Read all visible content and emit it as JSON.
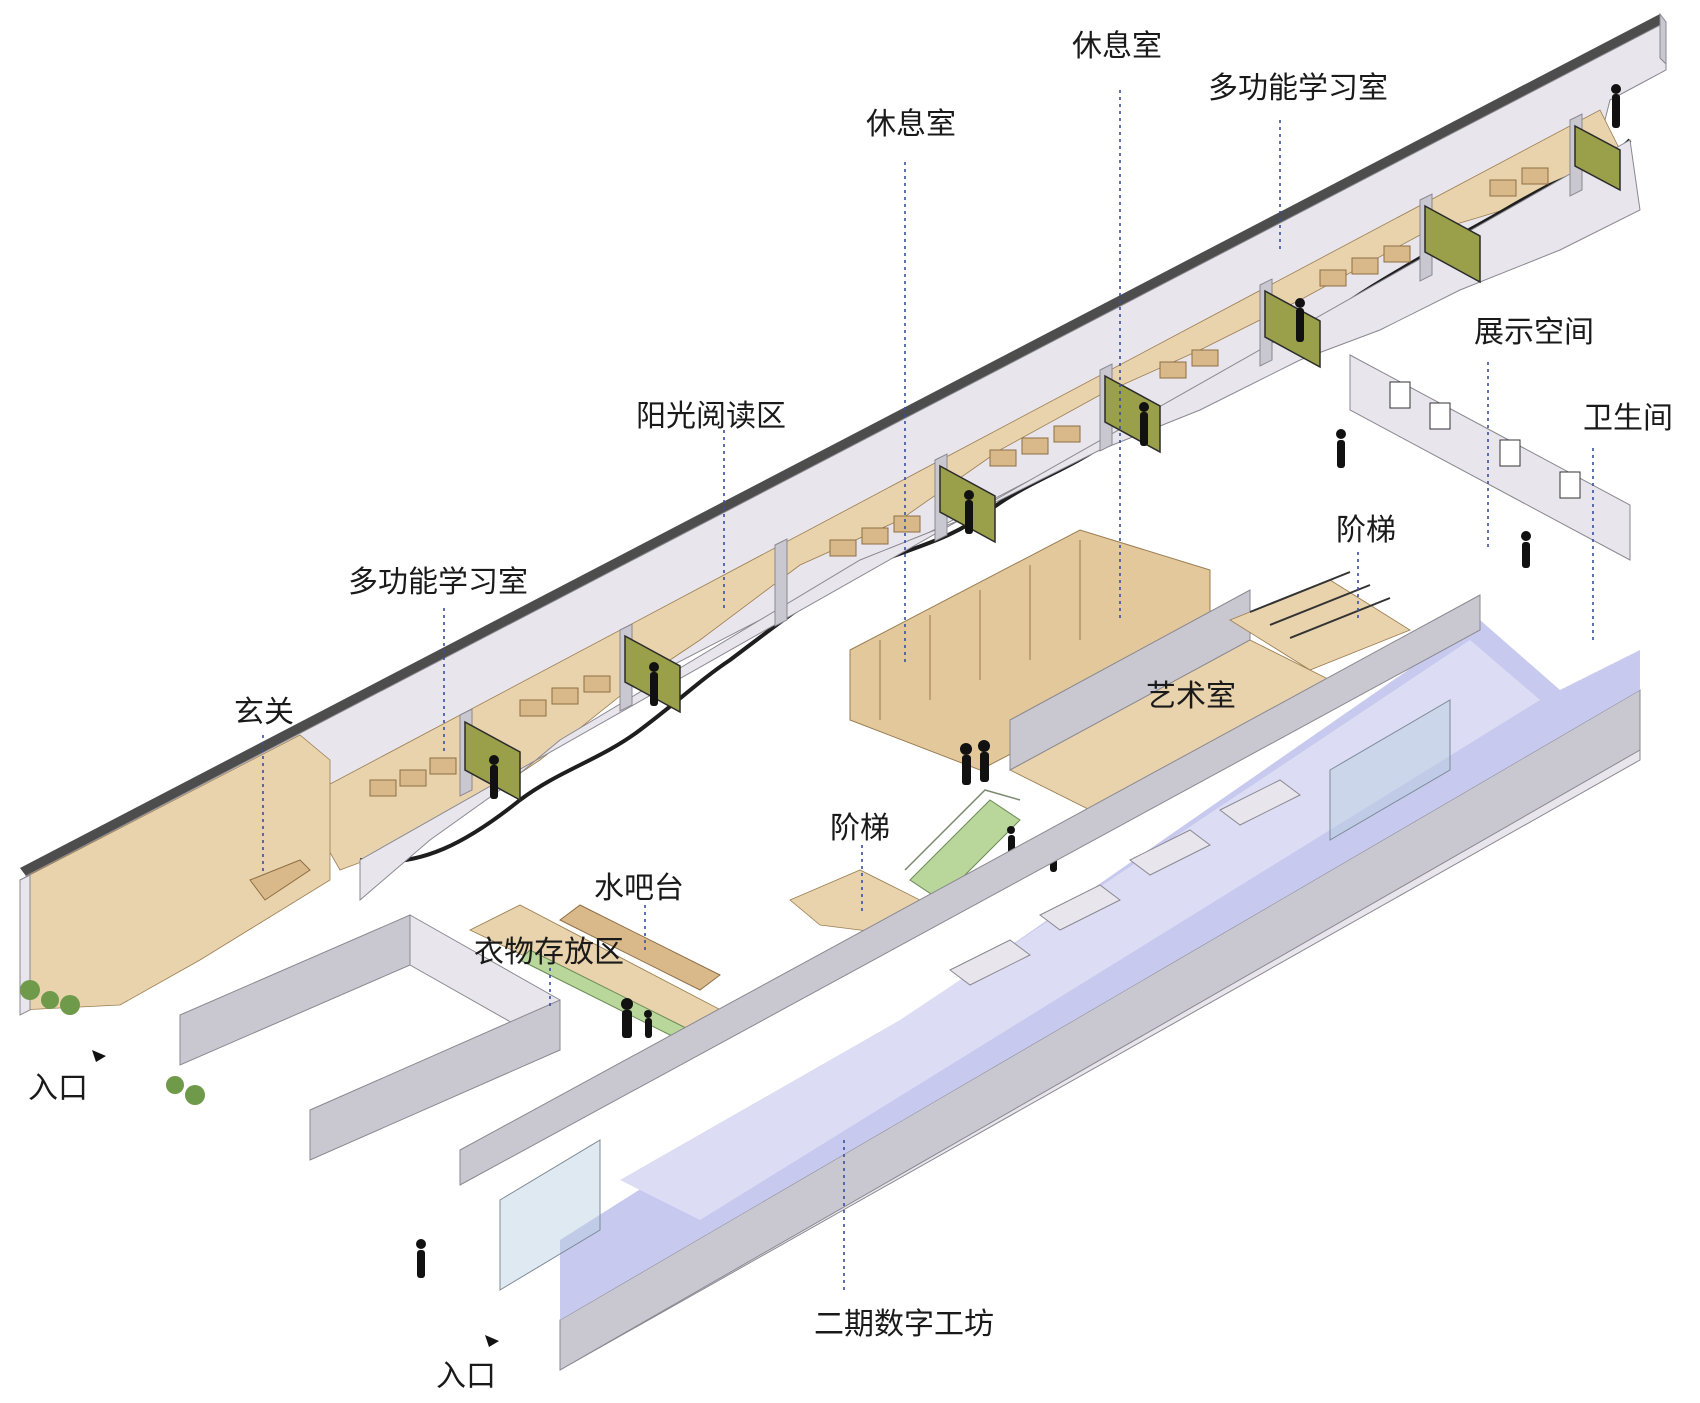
{
  "diagram": {
    "labels": {
      "rest_room_top": "休息室",
      "multi_study_room_top": "多功能学习室",
      "rest_room_mid": "休息室",
      "exhibition_space": "展示空间",
      "restroom": "卫生间",
      "sunlight_reading_area": "阳光阅读区",
      "stairs_right": "阶梯",
      "multi_study_room_left": "多功能学习室",
      "art_room": "艺术室",
      "entrance_hall": "玄关",
      "stairs_center": "阶梯",
      "water_bar": "水吧台",
      "clothing_storage": "衣物存放区",
      "entrance_left": "入口",
      "digital_workshop_phase2": "二期数字工坊",
      "entrance_bottom": "入口"
    }
  }
}
